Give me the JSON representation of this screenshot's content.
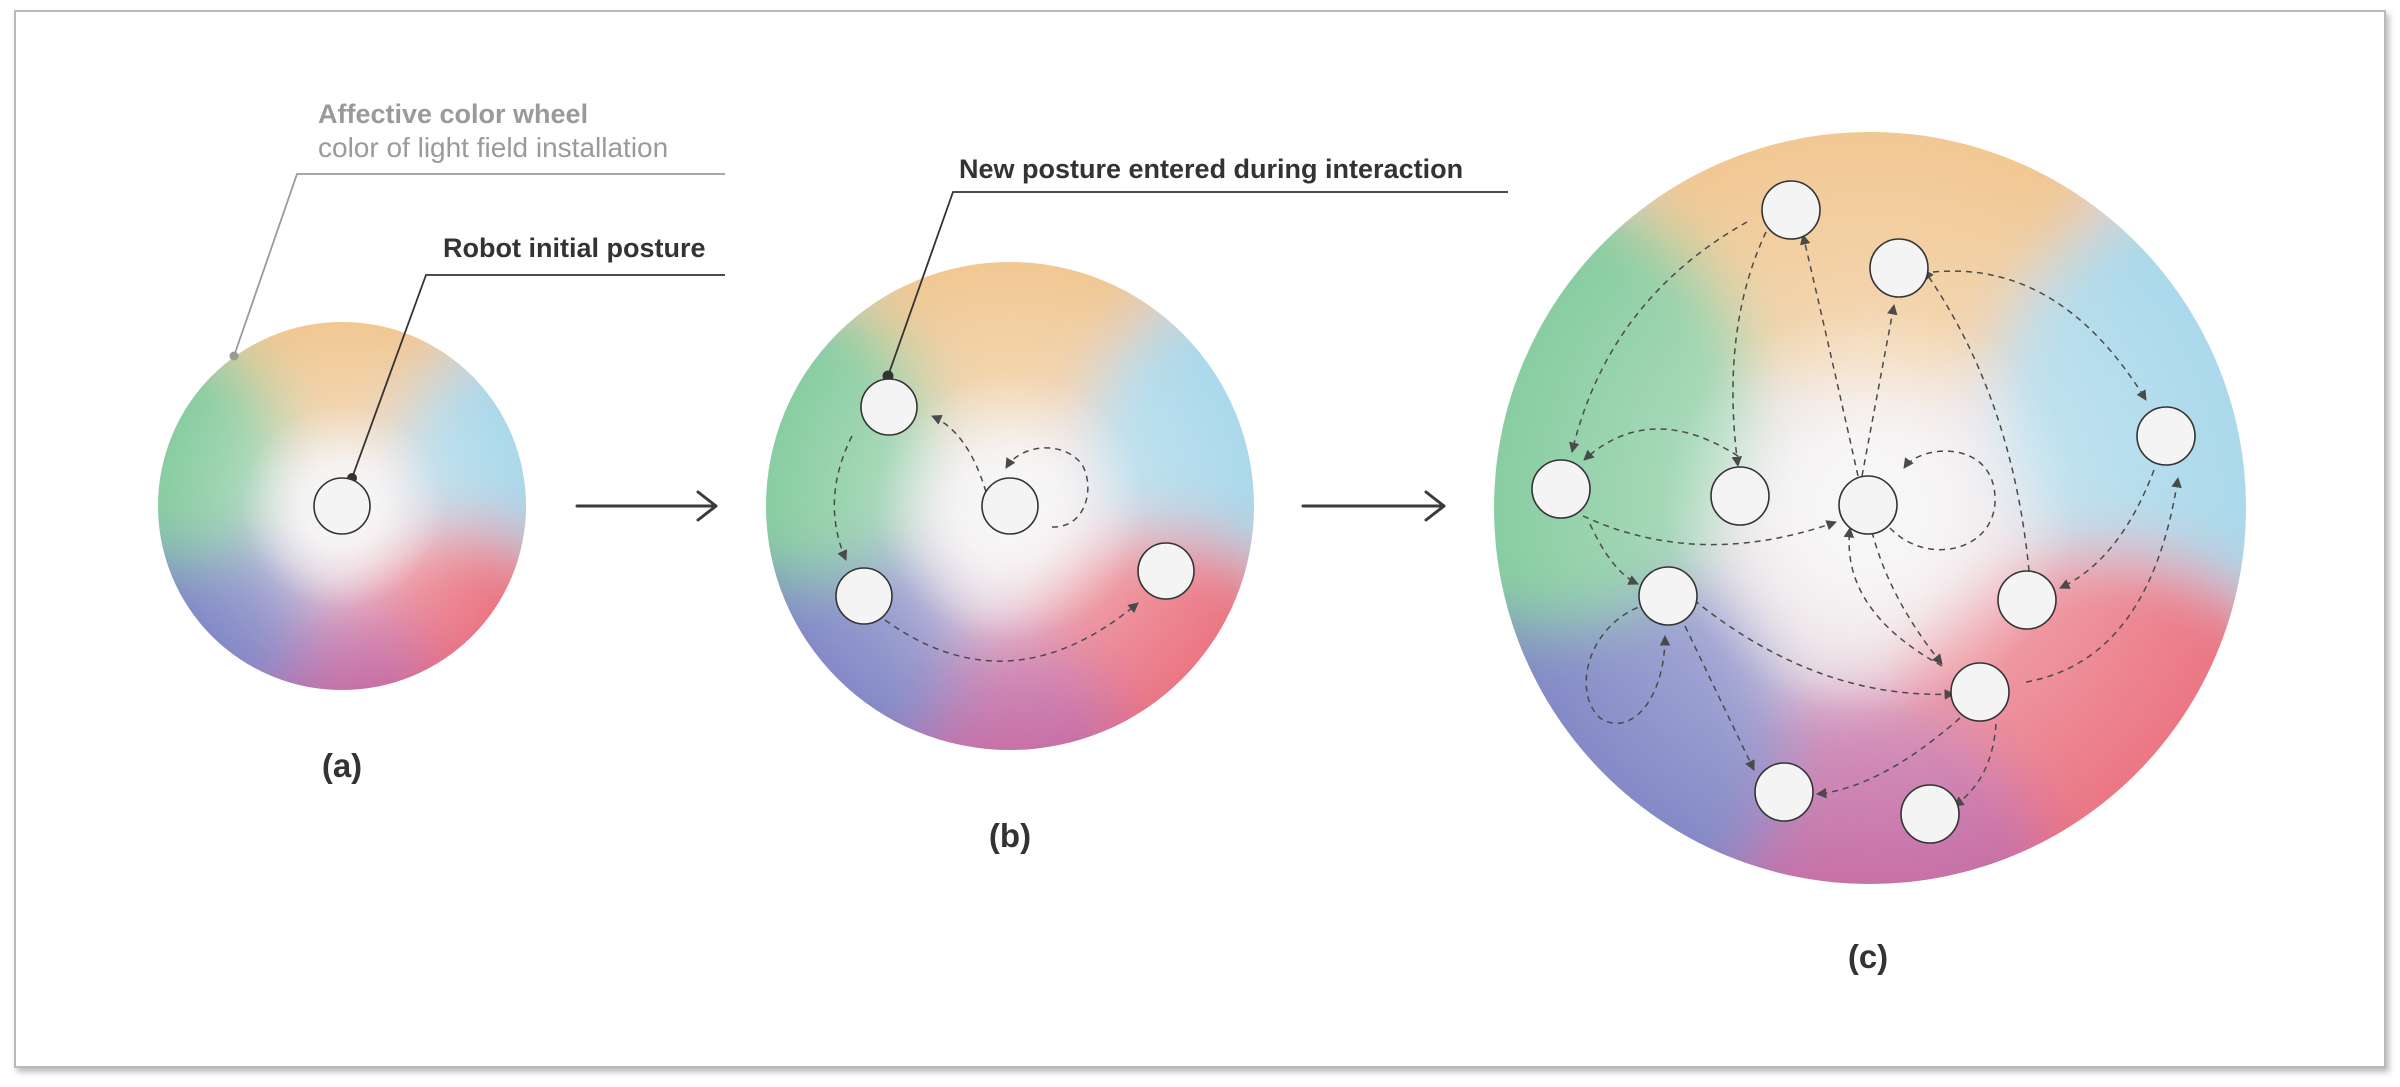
{
  "annotations": {
    "wheel_title": "Affective color wheel",
    "wheel_subtitle": "color of light field installation",
    "initial_posture": "Robot initial posture",
    "new_posture": "New posture entered during interaction"
  },
  "panels": [
    {
      "label": "(a)"
    },
    {
      "label": "(b)"
    },
    {
      "label": "(c)"
    }
  ],
  "colors": {
    "text_dark": "#333333",
    "text_gray": "#9a9a9a",
    "node_fill": "#f4f4f4",
    "wheel_top": "#f7c98f",
    "wheel_right": "#a9dcf0",
    "wheel_bottom_right": "#f0707e",
    "wheel_bottom": "#c86aa6",
    "wheel_bottom_left": "#7f85c8",
    "wheel_left": "#84cf9f",
    "wheel_center": "#ffffff"
  }
}
